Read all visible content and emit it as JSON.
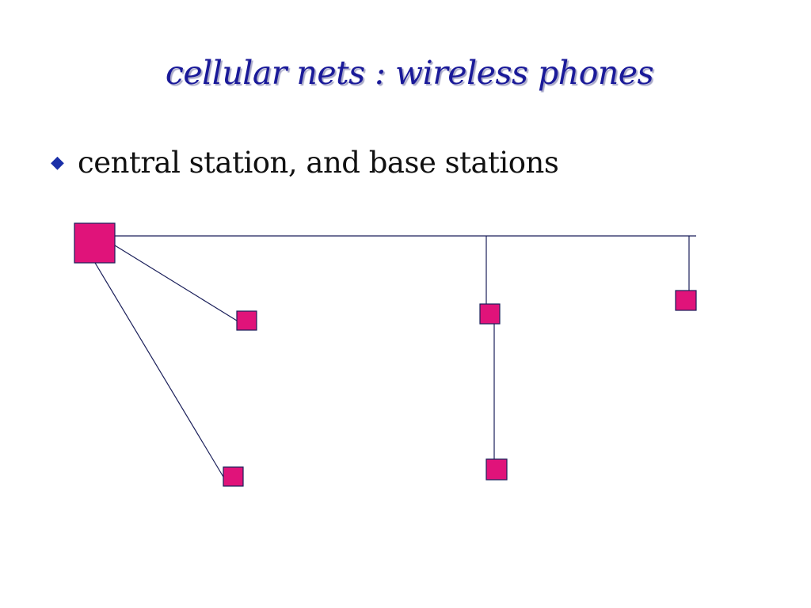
{
  "slide": {
    "title": "cellular nets : wireless phones",
    "bullets": [
      {
        "icon": "diamond-bullet-icon",
        "text": "central station, and base stations"
      }
    ]
  },
  "diagram": {
    "nodes": [
      {
        "id": "central-station",
        "kind": "central"
      },
      {
        "id": "base-station-1",
        "kind": "base"
      },
      {
        "id": "base-station-2",
        "kind": "base"
      },
      {
        "id": "base-station-3",
        "kind": "base"
      },
      {
        "id": "base-station-4",
        "kind": "base"
      },
      {
        "id": "base-station-5",
        "kind": "base"
      }
    ],
    "edges": [
      {
        "from": "central-station",
        "to": "backbone-line"
      },
      {
        "from": "central-station",
        "to": "base-station-1"
      },
      {
        "from": "central-station",
        "to": "base-station-2"
      },
      {
        "from": "backbone-line",
        "to": "base-station-3"
      },
      {
        "from": "base-station-3",
        "to": "base-station-4"
      },
      {
        "from": "backbone-line",
        "to": "base-station-5"
      }
    ]
  },
  "colors": {
    "title": "#1a1a99",
    "bullet": "#1a2fa8",
    "node_fill": "#e0137a",
    "line": "#1a1f5a"
  }
}
